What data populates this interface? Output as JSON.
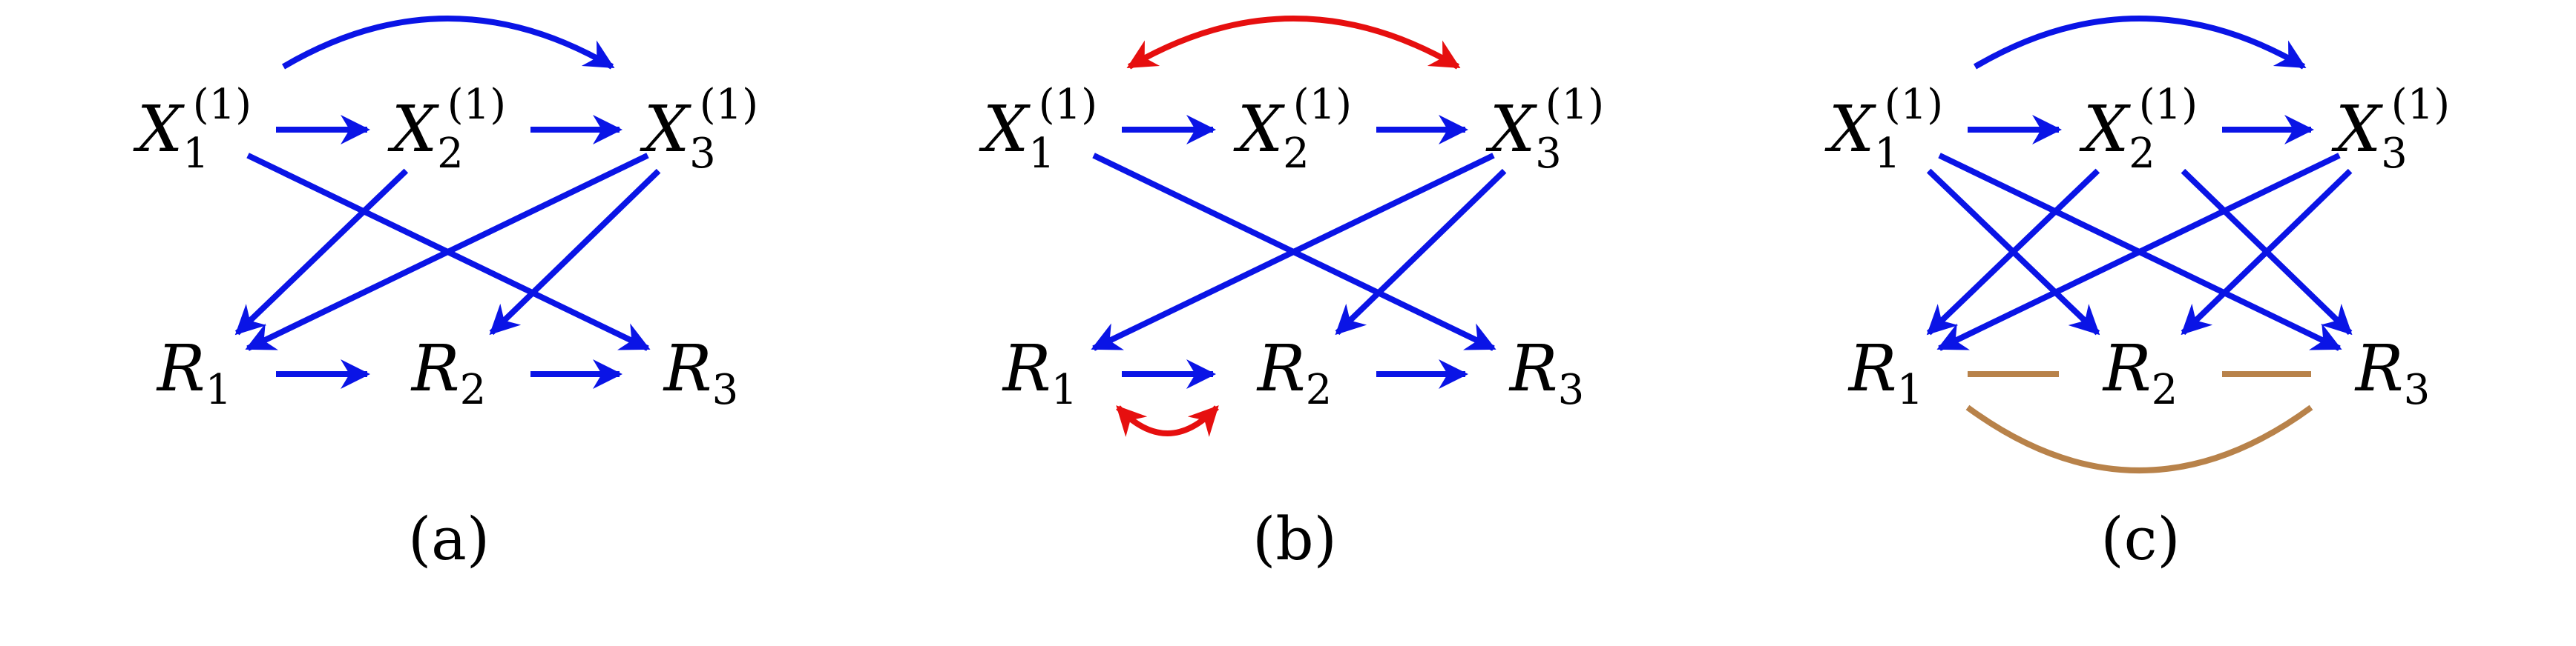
{
  "panels": [
    {
      "id": "a",
      "caption": "(a)",
      "nodes": [
        {
          "key": "X1",
          "base": "X",
          "sub": "1",
          "sup": "(1)"
        },
        {
          "key": "X2",
          "base": "X",
          "sub": "2",
          "sup": "(1)"
        },
        {
          "key": "X3",
          "base": "X",
          "sub": "3",
          "sup": "(1)"
        },
        {
          "key": "R1",
          "base": "R",
          "sub": "1"
        },
        {
          "key": "R2",
          "base": "R",
          "sub": "2"
        },
        {
          "key": "R3",
          "base": "R",
          "sub": "3"
        }
      ],
      "edges": [
        {
          "from": "X1",
          "to": "X2",
          "kind": "directed"
        },
        {
          "from": "X2",
          "to": "X3",
          "kind": "directed"
        },
        {
          "from": "X1",
          "to": "X3",
          "kind": "directed-curve"
        },
        {
          "from": "X1",
          "to": "R3",
          "kind": "directed"
        },
        {
          "from": "X2",
          "to": "R1",
          "kind": "directed"
        },
        {
          "from": "X3",
          "to": "R1",
          "kind": "directed"
        },
        {
          "from": "X3",
          "to": "R2",
          "kind": "directed"
        },
        {
          "from": "R1",
          "to": "R2",
          "kind": "directed"
        },
        {
          "from": "R2",
          "to": "R3",
          "kind": "directed"
        }
      ]
    },
    {
      "id": "b",
      "caption": "(b)",
      "nodes": [
        {
          "key": "X1",
          "base": "X",
          "sub": "1",
          "sup": "(1)"
        },
        {
          "key": "X2",
          "base": "X",
          "sub": "2",
          "sup": "(1)"
        },
        {
          "key": "X3",
          "base": "X",
          "sub": "3",
          "sup": "(1)"
        },
        {
          "key": "R1",
          "base": "R",
          "sub": "1"
        },
        {
          "key": "R2",
          "base": "R",
          "sub": "2"
        },
        {
          "key": "R3",
          "base": "R",
          "sub": "3"
        }
      ],
      "edges": [
        {
          "from": "X1",
          "to": "X2",
          "kind": "directed"
        },
        {
          "from": "X2",
          "to": "X3",
          "kind": "directed"
        },
        {
          "from": "X1",
          "to": "X3",
          "kind": "bidirected-curve-top"
        },
        {
          "from": "X1",
          "to": "R3",
          "kind": "directed"
        },
        {
          "from": "X3",
          "to": "R1",
          "kind": "directed"
        },
        {
          "from": "X3",
          "to": "R2",
          "kind": "directed"
        },
        {
          "from": "R1",
          "to": "R2",
          "kind": "directed"
        },
        {
          "from": "R1",
          "to": "R2",
          "kind": "bidirected-curve-bottom"
        },
        {
          "from": "R2",
          "to": "R3",
          "kind": "directed"
        }
      ]
    },
    {
      "id": "c",
      "caption": "(c)",
      "nodes": [
        {
          "key": "X1",
          "base": "X",
          "sub": "1",
          "sup": "(1)"
        },
        {
          "key": "X2",
          "base": "X",
          "sub": "2",
          "sup": "(1)"
        },
        {
          "key": "X3",
          "base": "X",
          "sub": "3",
          "sup": "(1)"
        },
        {
          "key": "R1",
          "base": "R",
          "sub": "1"
        },
        {
          "key": "R2",
          "base": "R",
          "sub": "2"
        },
        {
          "key": "R3",
          "base": "R",
          "sub": "3"
        }
      ],
      "edges": [
        {
          "from": "X1",
          "to": "X2",
          "kind": "directed"
        },
        {
          "from": "X2",
          "to": "X3",
          "kind": "directed"
        },
        {
          "from": "X1",
          "to": "X3",
          "kind": "directed-curve"
        },
        {
          "from": "X1",
          "to": "R2",
          "kind": "directed"
        },
        {
          "from": "X1",
          "to": "R3",
          "kind": "directed"
        },
        {
          "from": "X2",
          "to": "R1",
          "kind": "directed"
        },
        {
          "from": "X2",
          "to": "R3",
          "kind": "directed"
        },
        {
          "from": "X3",
          "to": "R1",
          "kind": "directed"
        },
        {
          "from": "X3",
          "to": "R2",
          "kind": "directed"
        },
        {
          "from": "R1",
          "to": "R2",
          "kind": "undirected"
        },
        {
          "from": "R2",
          "to": "R3",
          "kind": "undirected"
        },
        {
          "from": "R1",
          "to": "R3",
          "kind": "undirected-curve-bottom"
        }
      ]
    }
  ],
  "colors": {
    "directed": "#0a14e6",
    "bidirected": "#e60f0f",
    "undirected": "#b8824a",
    "text": "#000000"
  }
}
